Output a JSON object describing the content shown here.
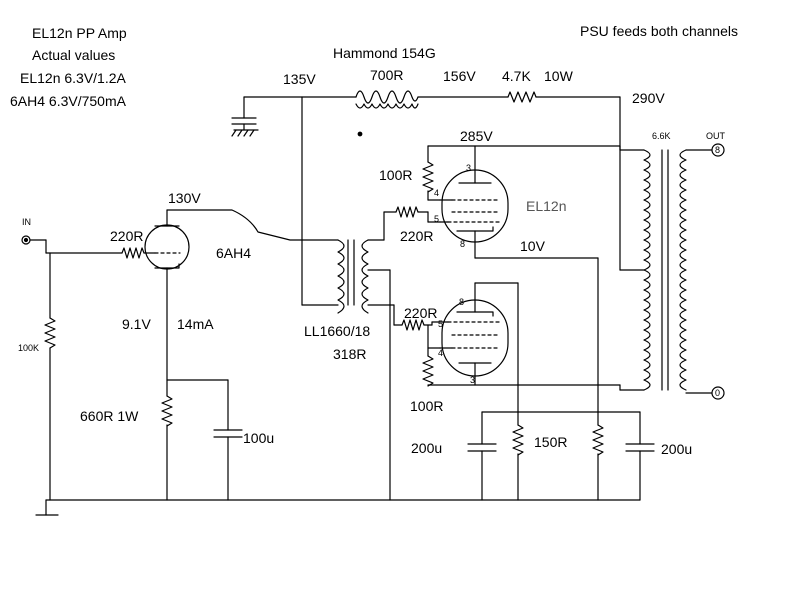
{
  "header": {
    "title": "EL12n PP Amp",
    "subtitle": "Actual values",
    "heater_el12n": "EL12n 6.3V/1.2A",
    "heater_6ah4": "6AH4 6.3V/750mA",
    "psu_note": "PSU feeds both channels"
  },
  "psu": {
    "choke_name": "Hammond 154G",
    "choke_dcr": "700R",
    "node_135": "135V",
    "node_156": "156V",
    "dropper": "4.7K",
    "dropper_power": "10W",
    "node_290": "290V"
  },
  "input": {
    "in_label": "IN",
    "grid_stopper": "220R",
    "grid_leak": "100K"
  },
  "driver": {
    "tube": "6AH4",
    "plate_voltage": "130V",
    "cathode_voltage": "9.1V",
    "current": "14mA",
    "cathode_resistor": "660R  1W",
    "cathode_cap": "100u"
  },
  "interstage": {
    "name": "LL1660/18",
    "dcr": "318R"
  },
  "output": {
    "tube": "EL12n",
    "plate_voltage": "285V",
    "g2_resistor_top": "100R",
    "g2_resistor_bottom": "100R",
    "grid_stopper_top": "220R",
    "grid_stopper_bottom": "220R",
    "cathode_voltage": "10V",
    "cap_left": "200u",
    "cathode_resistor": "150R",
    "cap_right": "200u",
    "pin3": "3",
    "pin4": "4",
    "pin5": "5",
    "pin8": "8"
  },
  "ot": {
    "primary": "6.6K",
    "out_label": "OUT",
    "hot_terminal": "8",
    "cold_terminal": "0"
  }
}
